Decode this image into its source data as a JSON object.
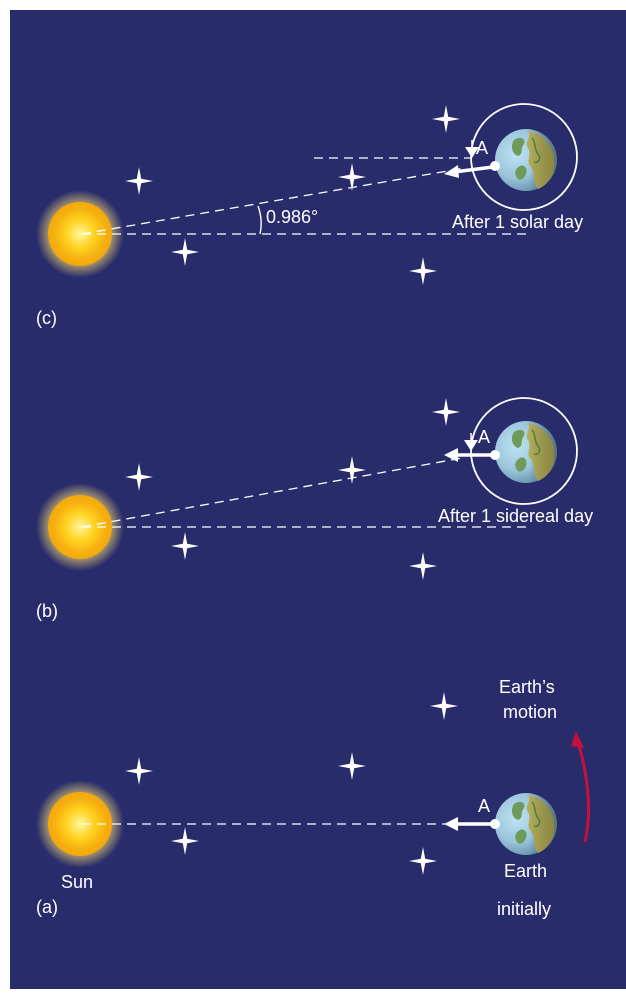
{
  "panels": {
    "c": {
      "letter": "(c)",
      "caption": "After 1 solar day",
      "angle": "0.986°",
      "point": "A"
    },
    "b": {
      "letter": "(b)",
      "caption": "After 1 sidereal day",
      "point": "A"
    },
    "a": {
      "letter": "(a)",
      "sun_label": "Sun",
      "earth_label_1": "Earth",
      "earth_label_2": "initially",
      "motion_label_1": "Earth’s",
      "motion_label_2": "motion",
      "point": "A"
    }
  },
  "colors": {
    "background": "#282c6b",
    "frame": "#ffffff",
    "sun": "#ffd21f",
    "motion_arrow": "#c8103c",
    "lines": "#ffffff"
  }
}
